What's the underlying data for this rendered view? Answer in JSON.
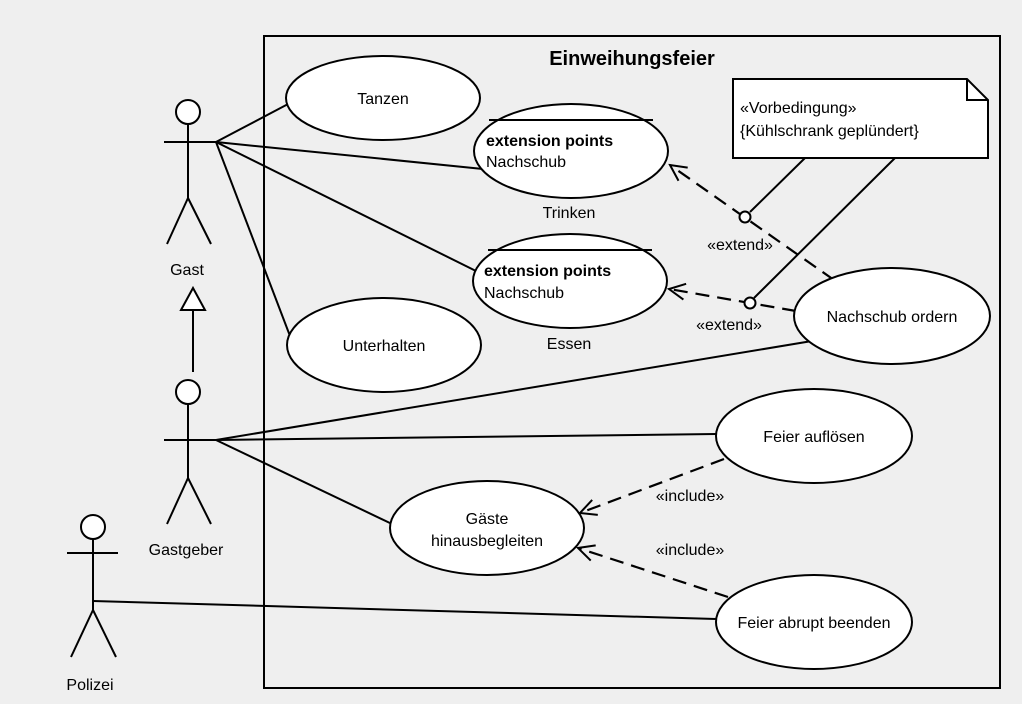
{
  "system": {
    "title": "Einweihungsfeier"
  },
  "actors": {
    "gast": "Gast",
    "gastgeber": "Gastgeber",
    "polizei": "Polizei"
  },
  "usecases": {
    "tanzen": "Tanzen",
    "unterhalten": "Unterhalten",
    "trinken": {
      "name": "Trinken",
      "ext_header": "extension points",
      "ext_point": "Nachschub"
    },
    "essen": {
      "name": "Essen",
      "ext_header": "extension points",
      "ext_point": "Nachschub"
    },
    "nachschub": "Nachschub ordern",
    "aufloesen": "Feier auflösen",
    "hinaus": {
      "line1": "Gäste",
      "line2": "hinausbegleiten"
    },
    "abrupt": "Feier abrupt beenden"
  },
  "note": {
    "line1": "«Vorbedingung»",
    "line2": "{Kühlschrank geplündert}"
  },
  "relations": {
    "extend_trinken": "«extend»",
    "extend_essen": "«extend»",
    "include_aufloesen": "«include»",
    "include_abrupt": "«include»"
  }
}
